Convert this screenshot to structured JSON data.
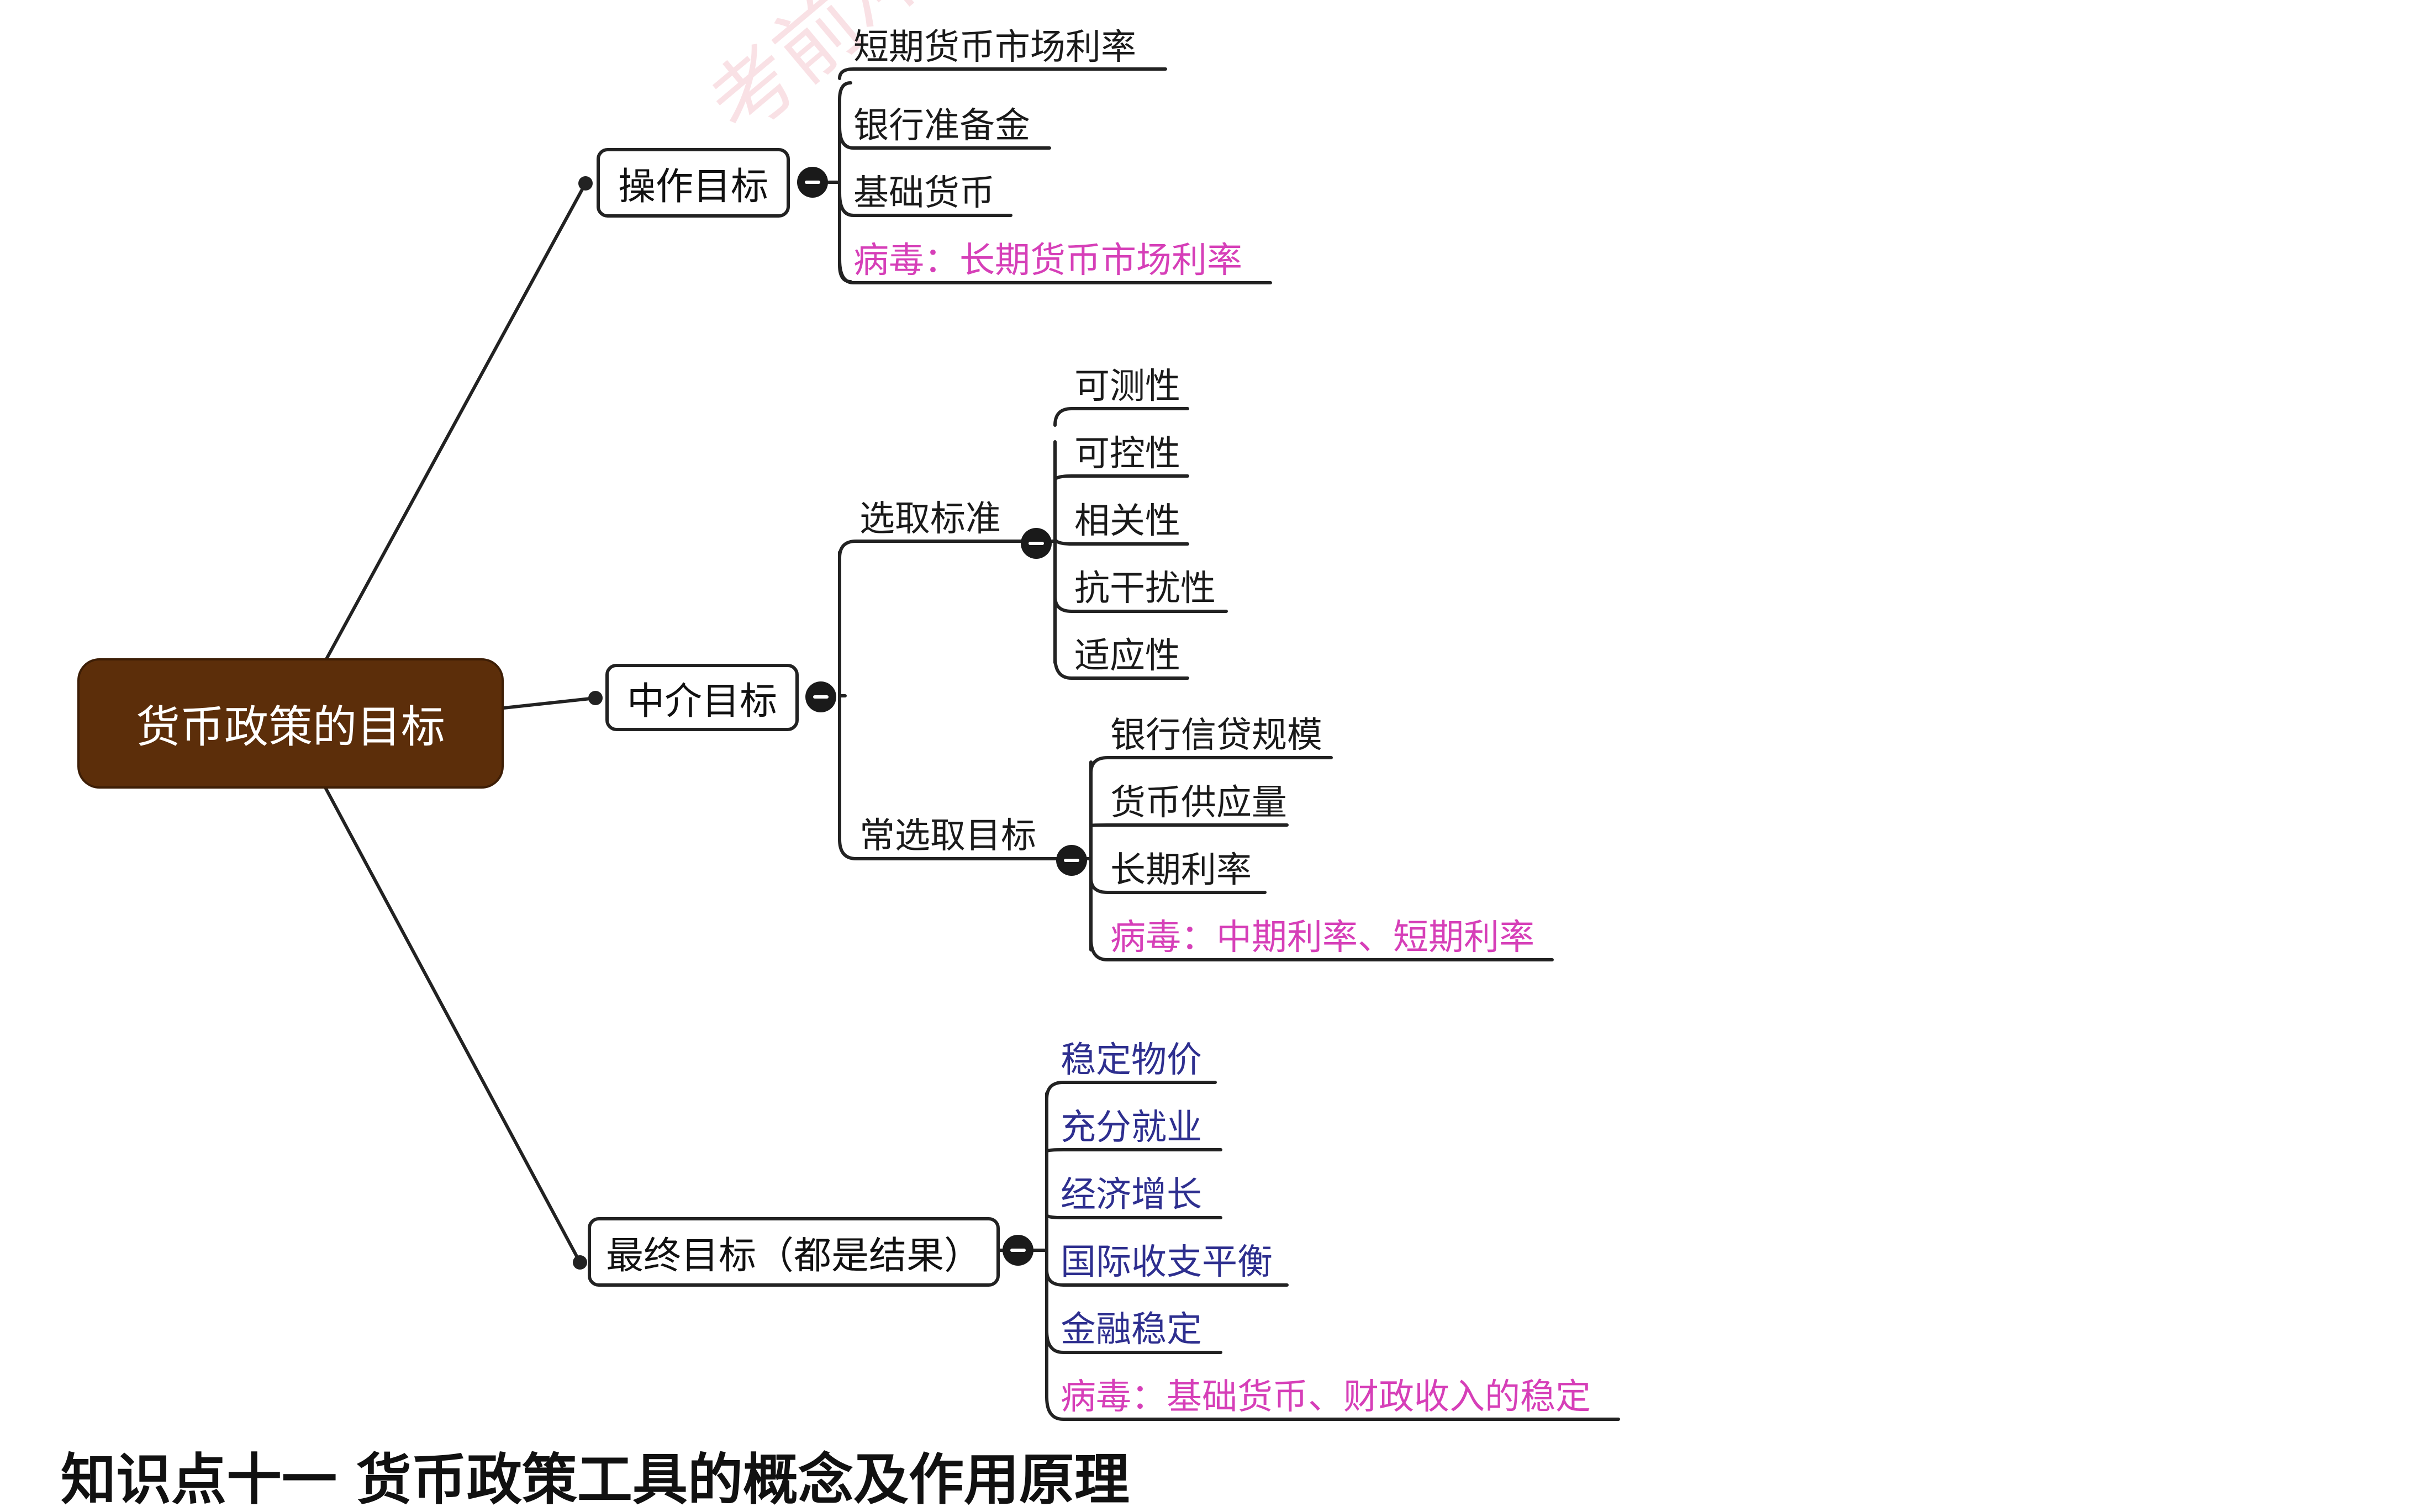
{
  "root": {
    "label": "货币政策的目标"
  },
  "watermark": "考前冲",
  "branches": {
    "operating": {
      "label": "操作目标",
      "items": [
        "短期货币市场利率",
        "银行准备金",
        "基础货币"
      ],
      "virus": "病毒：长期货币市场利率"
    },
    "intermediate": {
      "label": "中介目标",
      "criteria": {
        "label": "选取标准",
        "items": [
          "可测性",
          "可控性",
          "相关性",
          "抗干扰性",
          "适应性"
        ]
      },
      "common": {
        "label": "常选取目标",
        "items": [
          "银行信贷规模",
          "货币供应量",
          "长期利率"
        ],
        "virus": "病毒：中期利率、短期利率"
      }
    },
    "final": {
      "label": "最终目标（都是结果）",
      "items": [
        "稳定物价",
        "充分就业",
        "经济增长",
        "国际收支平衡",
        "金融稳定"
      ],
      "virus": "病毒：基础货币、财政收入的稳定"
    }
  },
  "footer": "知识点十一 货币政策工具的概念及作用原理",
  "colors": {
    "root_fill": "#5c2e0a",
    "virus": "#d63fb8",
    "final_items": "#2e2f8f",
    "line": "#222222"
  }
}
